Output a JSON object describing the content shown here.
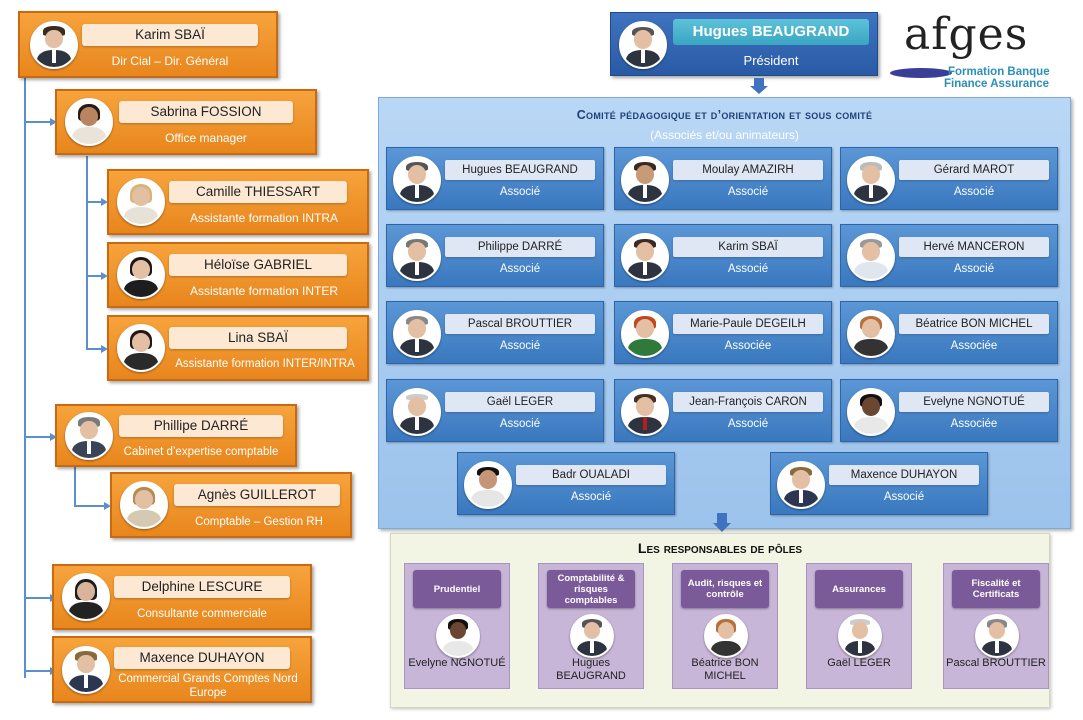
{
  "staff": {
    "karim": {
      "name": "Karim SBAÏ",
      "role": "Dir Cial – Dir. Général"
    },
    "sabrina": {
      "name": "Sabrina FOSSION",
      "role": "Office manager"
    },
    "camille": {
      "name": "Camille THIESSART",
      "role": "Assistante formation INTRA"
    },
    "heloise": {
      "name": "Héloïse GABRIEL",
      "role": "Assistante formation INTER"
    },
    "lina": {
      "name": "Lina SBAÏ",
      "role": "Assistante formation INTER/INTRA"
    },
    "phillipe": {
      "name": "Phillipe DARRÉ",
      "role": "Cabinet d’expertise comptable"
    },
    "agnes": {
      "name": "Agnès GUILLEROT",
      "role": "Comptable – Gestion RH"
    },
    "delphine": {
      "name": "Delphine LESCURE",
      "role": "Consultante commerciale"
    },
    "maxence": {
      "name": "Maxence DUHAYON",
      "role": "Commercial Grands Comptes Nord Europe"
    }
  },
  "president": {
    "name": "Hugues BEAUGRAND",
    "role": "Président"
  },
  "logo": {
    "text": "afges",
    "line1": "Formation Banque",
    "line2": "Finance Assurance"
  },
  "committee": {
    "title": "Comité pédagogique et d’orientation et sous comité",
    "subtitle": "(Associés et/ou animateurs)",
    "members": [
      {
        "name": "Hugues BEAUGRAND",
        "role": "Associé"
      },
      {
        "name": "Moulay AMAZIRH",
        "role": "Associé"
      },
      {
        "name": "Gérard MAROT",
        "role": "Associé"
      },
      {
        "name": "Philippe DARRÉ",
        "role": "Associé"
      },
      {
        "name": "Karim SBAÏ",
        "role": "Associé"
      },
      {
        "name": "Hervé MANCERON",
        "role": "Associé"
      },
      {
        "name": "Pascal BROUTTIER",
        "role": "Associé"
      },
      {
        "name": "Marie-Paule DEGEILH",
        "role": "Associée"
      },
      {
        "name": "Béatrice BON MICHEL",
        "role": "Associée"
      },
      {
        "name": "Gaël LEGER",
        "role": "Associé"
      },
      {
        "name": "Jean-François CARON",
        "role": "Associé"
      },
      {
        "name": "Evelyne NGNOTUÉ",
        "role": "Associée"
      },
      {
        "name": "Badr OUALADI",
        "role": "Associé"
      },
      {
        "name": "Maxence DUHAYON",
        "role": "Associé"
      }
    ]
  },
  "poles": {
    "title": "Les responsables de pôles",
    "items": [
      {
        "title": "Prudentiel",
        "name": "Evelyne NGNOTUÉ"
      },
      {
        "title": "Comptabilité & risques comptables",
        "name": "Hugues BEAUGRAND"
      },
      {
        "title": "Audit, risques et contrôle",
        "name": "Béatrice BON MICHEL"
      },
      {
        "title": "Assurances",
        "name": "Gaël LEGER"
      },
      {
        "title": "Fiscalité et Certificats",
        "name": "Pascal BROUTTIER"
      }
    ]
  },
  "colors": {
    "orange": "#f39a2e",
    "blue_card": "#4a86c8",
    "committee_bg": "#a9cdf2",
    "poles_bg": "#f2f5e4",
    "pole_card": "#c8b6d8",
    "pole_title": "#7a5a98"
  }
}
